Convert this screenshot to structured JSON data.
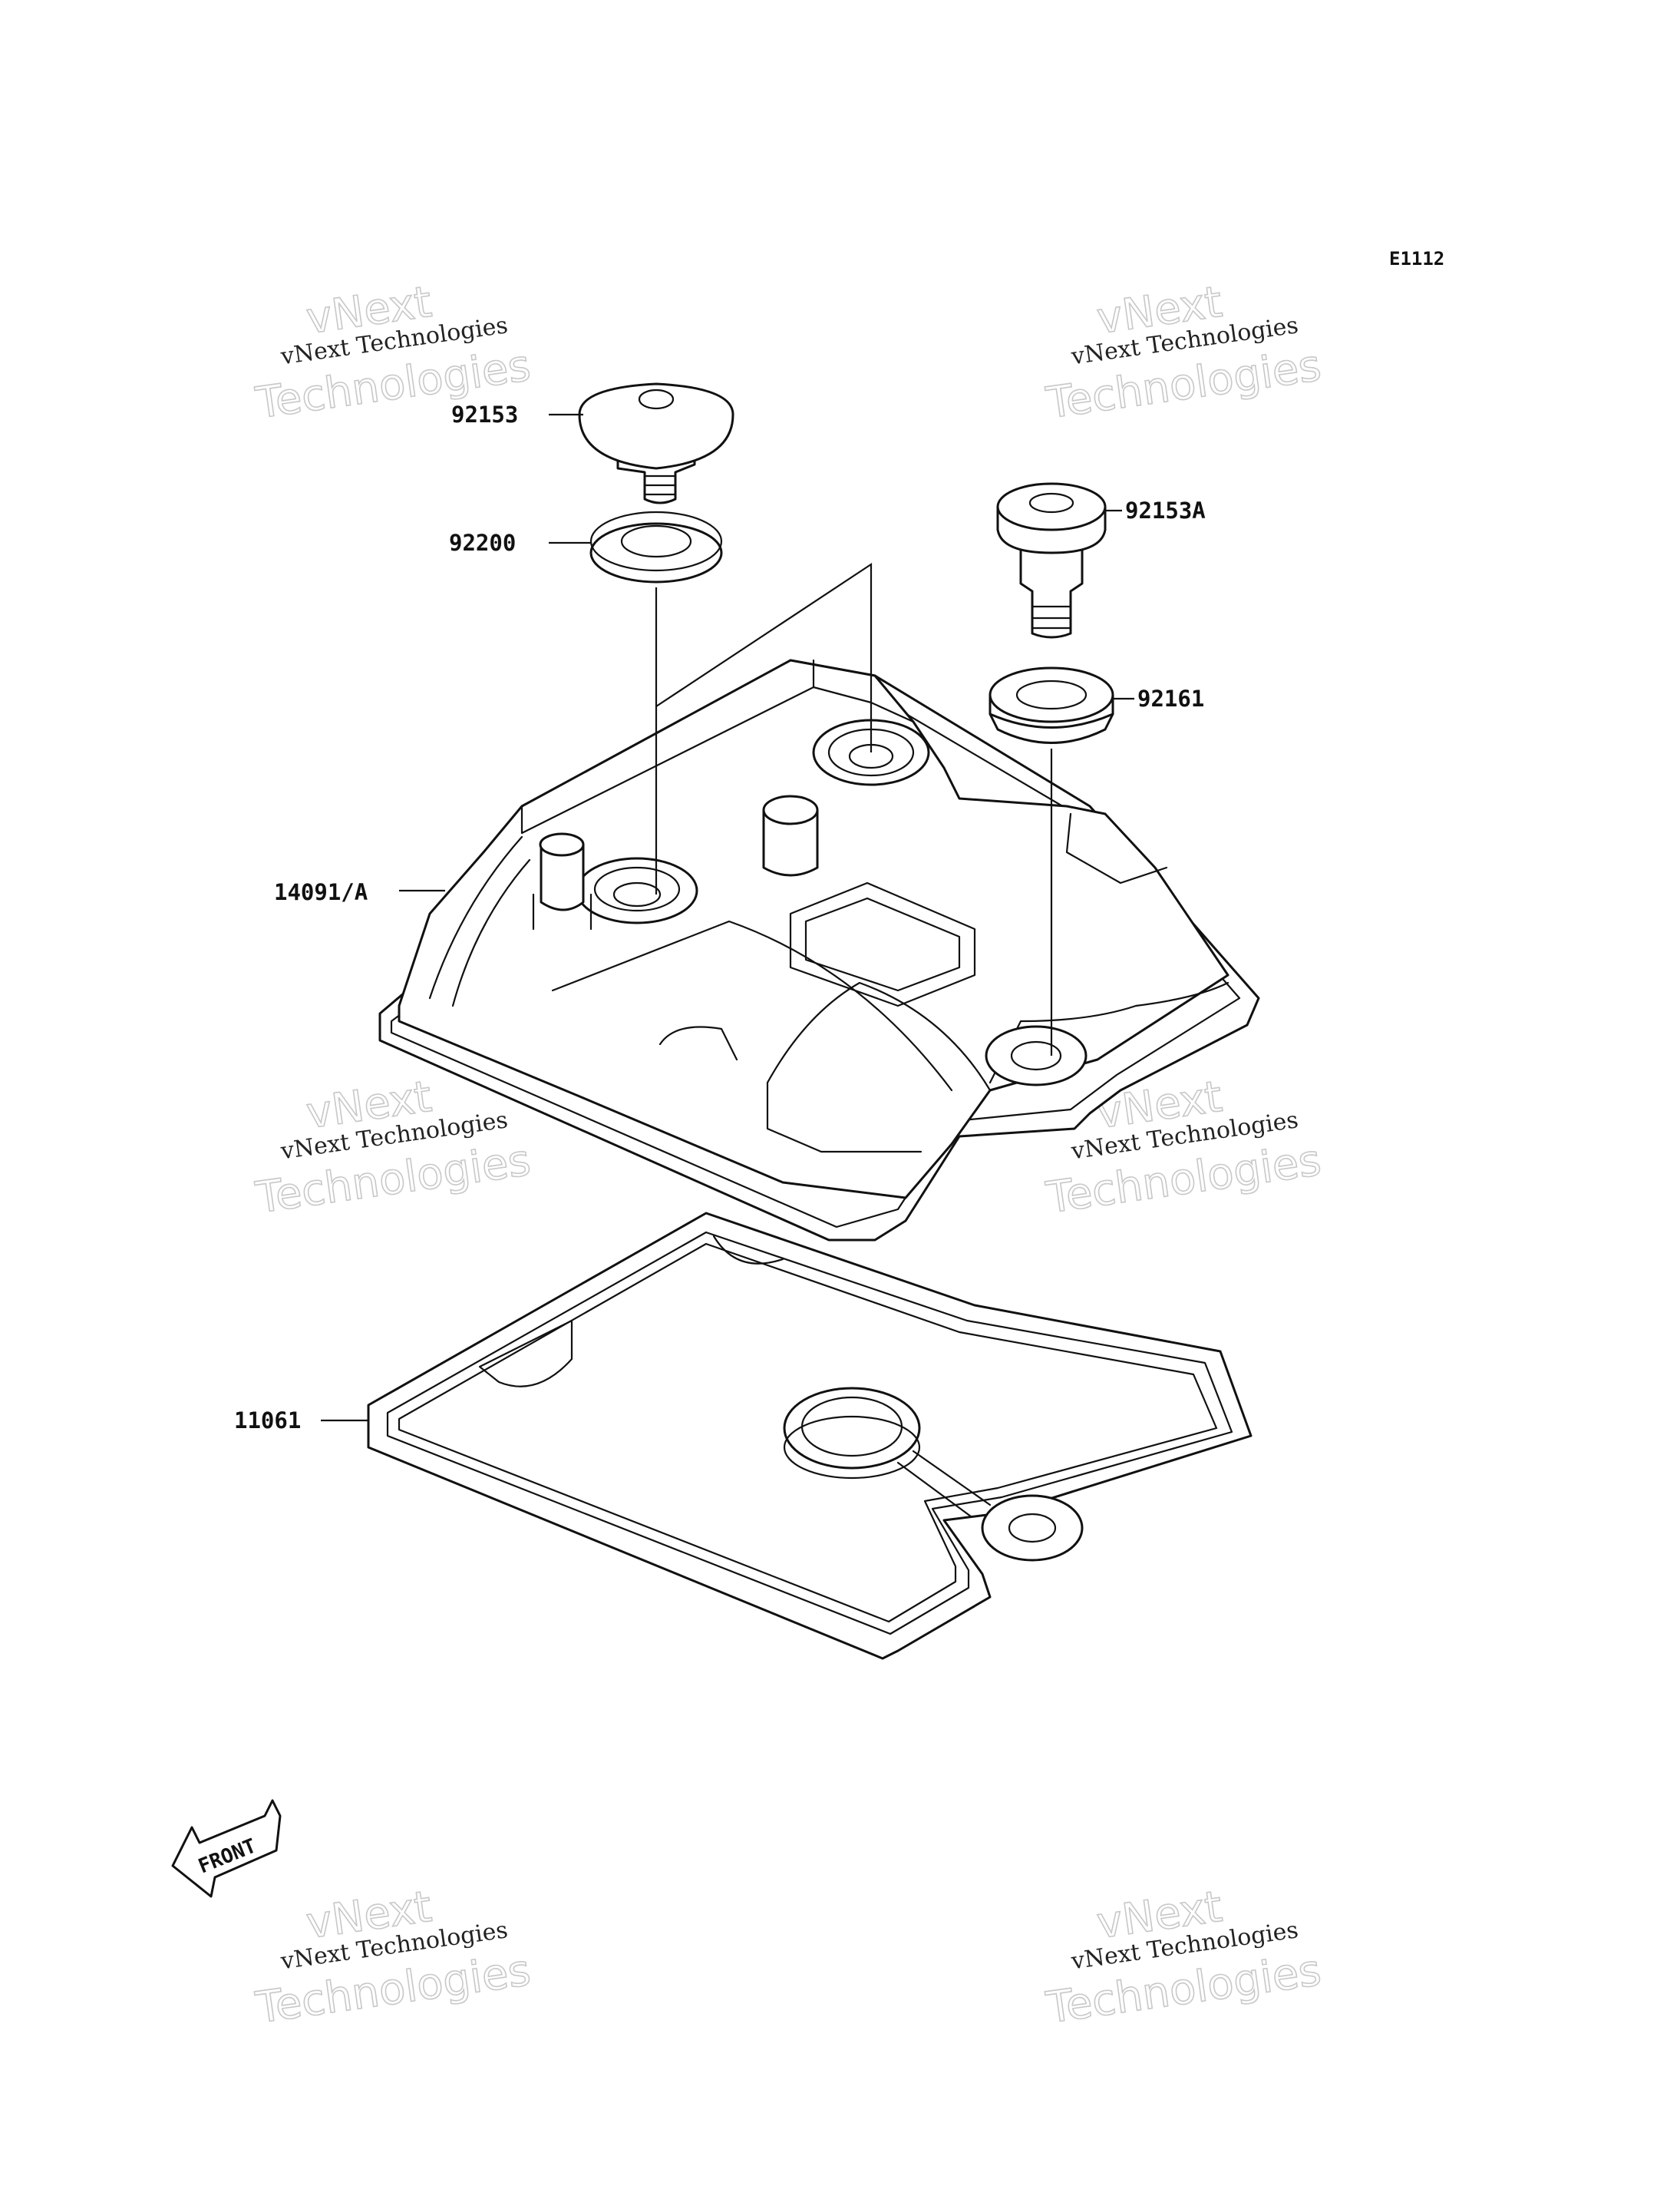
{
  "diagram": {
    "reference_code": "E1112",
    "front_arrow_text": "FRONT",
    "parts": [
      {
        "id": "92153",
        "label": "92153"
      },
      {
        "id": "92200",
        "label": "92200"
      },
      {
        "id": "92153A",
        "label": "92153A"
      },
      {
        "id": "92161",
        "label": "92161"
      },
      {
        "id": "14091A",
        "label": "14091/A"
      },
      {
        "id": "11061",
        "label": "11061"
      }
    ]
  },
  "watermarks": [
    {
      "line1": "vNext",
      "line2": "vNext Technologies",
      "line3": "Technologies"
    },
    {
      "line1": "vNext",
      "line2": "vNext Technologies",
      "line3": "Technologies"
    },
    {
      "line1": "vNext",
      "line2": "vNext Technologies",
      "line3": "Technologies"
    },
    {
      "line1": "vNext",
      "line2": "vNext Technologies",
      "line3": "Technologies"
    },
    {
      "line1": "vNext",
      "line2": "vNext Technologies",
      "line3": "Technologies"
    },
    {
      "line1": "vNext",
      "line2": "vNext Technologies",
      "line3": "Technologies"
    }
  ]
}
